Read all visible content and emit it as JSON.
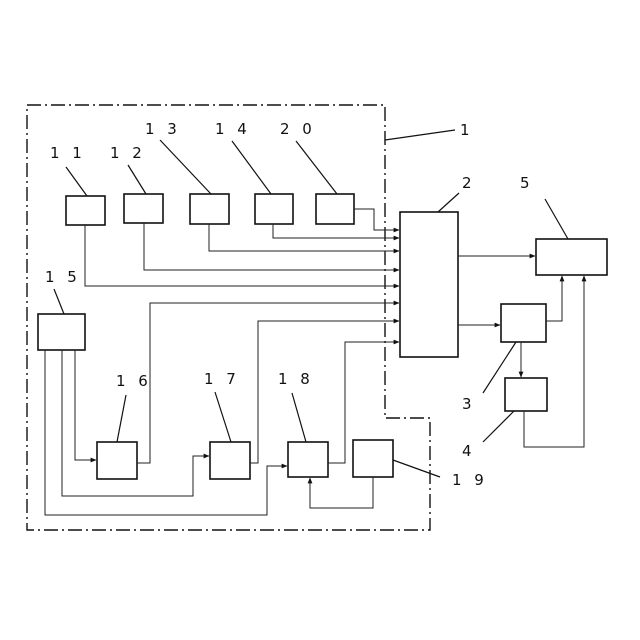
{
  "labels": {
    "frame": "1",
    "controller": "2",
    "block3": "3",
    "block4": "4",
    "block5": "5",
    "block11": "1 1",
    "block12": "1 2",
    "block13": "1 3",
    "block14": "1 4",
    "block20": "2 0",
    "block15": "1 5",
    "block16": "1 6",
    "block17": "1 7",
    "block18": "1 8",
    "block19": "1 9"
  }
}
